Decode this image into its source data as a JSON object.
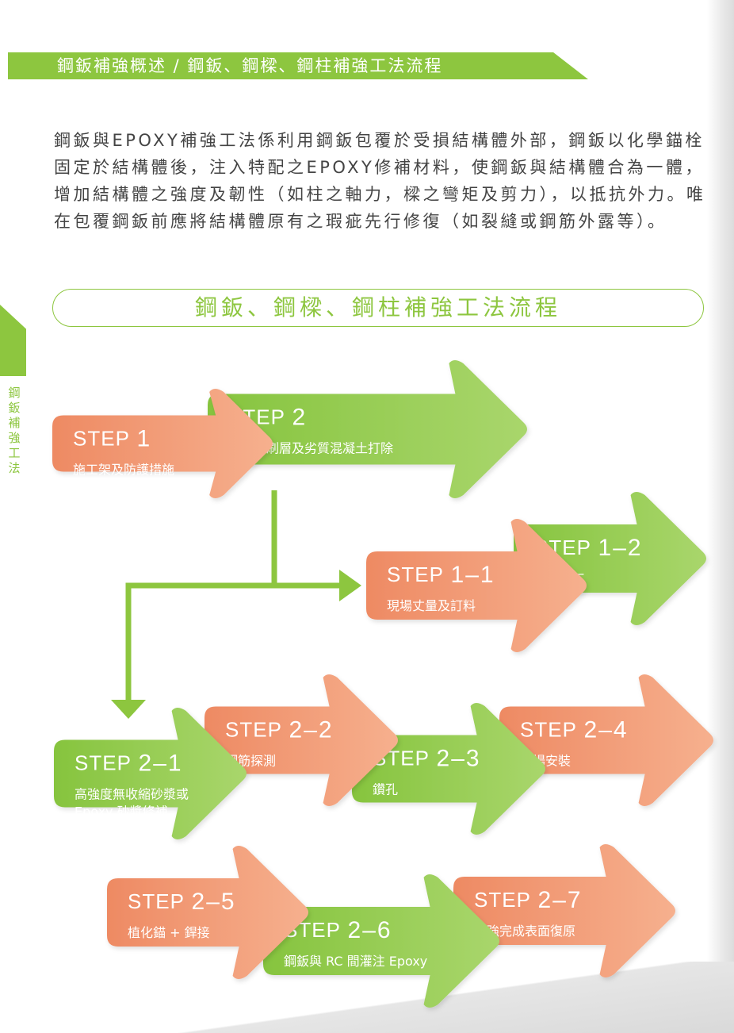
{
  "header": {
    "title": "鋼鈑補強概述 / 鋼鈑、鋼樑、鋼柱補強工法流程"
  },
  "intro": {
    "text": "鋼鈑與EPOXY補強工法係利用鋼鈑包覆於受損結構體外部，鋼鈑以化學錨栓固定於結構體後，注入特配之EPOXY修補材料，使鋼鈑與結構體合為一體，增加結構體之強度及韌性（如柱之軸力，樑之彎矩及剪力），以抵抗外力。唯在包覆鋼鈑前應將結構體原有之瑕疵先行修復（如裂縫或鋼筋外露等）。"
  },
  "side_tab": {
    "chars": [
      "鋼",
      "鈑",
      "補",
      "強",
      "工",
      "法"
    ]
  },
  "flow": {
    "title": "鋼鈑、鋼樑、鋼柱補強工法流程",
    "step_word": "STEP",
    "colors": {
      "orange": "#f08a62",
      "green": "#8dc63f",
      "connector": "#8dc63f"
    },
    "steps": [
      {
        "num": "1",
        "label": "施工架及防護措施",
        "color": "orange"
      },
      {
        "num": "2",
        "label": "表面粉刷層及劣質混凝土打除",
        "color": "green"
      },
      {
        "num": "1–1",
        "label": "現場丈量及訂料",
        "color": "orange"
      },
      {
        "num": "1–2",
        "label": "工廠加工",
        "color": "green"
      },
      {
        "num": "2–1",
        "label": "高強度無收縮砂漿或\nEpoxy 砂漿修補",
        "color": "green"
      },
      {
        "num": "2–2",
        "label": "鋼筋探測",
        "color": "orange"
      },
      {
        "num": "2–3",
        "label": "鑽孔",
        "color": "green"
      },
      {
        "num": "2–4",
        "label": "現場安裝",
        "color": "orange"
      },
      {
        "num": "2–5",
        "label": "植化錨 + 銲接",
        "color": "orange"
      },
      {
        "num": "2–6",
        "label": "鋼鈑與 RC 間灌注 Epoxy",
        "color": "green"
      },
      {
        "num": "2–7",
        "label": "補強完成表面復原",
        "color": "orange"
      }
    ]
  }
}
